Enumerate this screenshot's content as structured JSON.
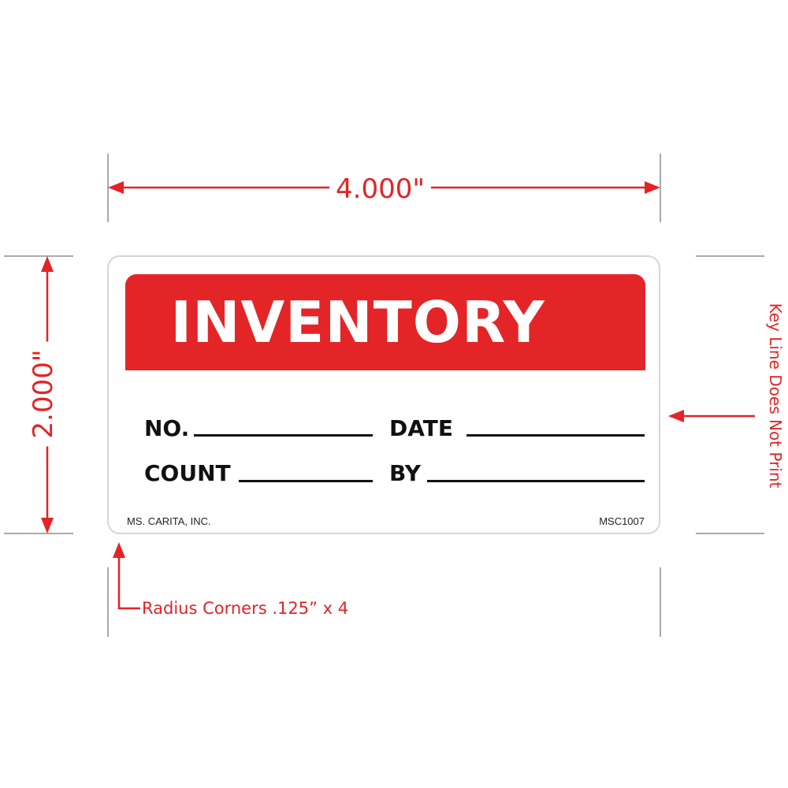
{
  "dimensions": {
    "width_label": "4.000\"",
    "height_label": "2.000\""
  },
  "notes": {
    "keyline": "Key Line Does Not Print",
    "radius": "Radius Corners .125” x 4"
  },
  "label": {
    "title": "INVENTORY",
    "fields": {
      "no": "NO.",
      "date": "DATE",
      "count": "COUNT",
      "by": "BY"
    },
    "footer_left": "MS. CARITA, INC.",
    "footer_right": "MSC1007"
  },
  "colors": {
    "accent": "#e42528",
    "dimension": "#e32326",
    "keyline": "#d6d6d6"
  }
}
